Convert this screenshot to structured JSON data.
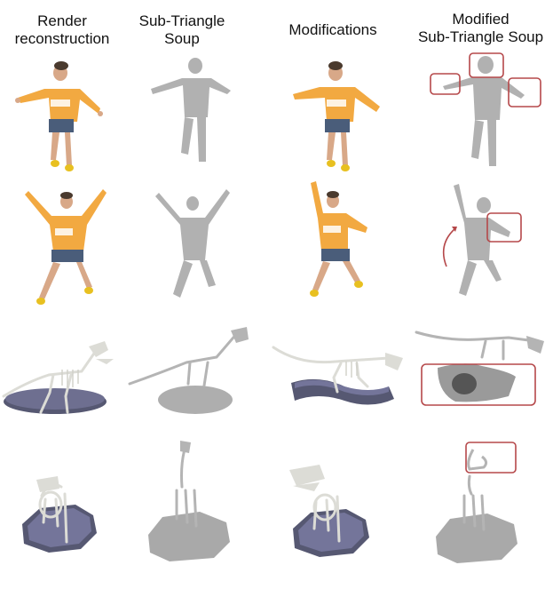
{
  "figure": {
    "columns": [
      {
        "line1": "Render",
        "line2": "reconstruction"
      },
      {
        "line1": "Sub-Triangle",
        "line2": "Soup"
      },
      {
        "line1": "Modifications",
        "line2": ""
      },
      {
        "line1": "Modified",
        "line2": "Sub-Triangle Soup"
      }
    ],
    "rows": [
      {
        "subject": "human-t-pose",
        "annotations": [
          "head-box",
          "left-hand-box",
          "right-hand-box"
        ]
      },
      {
        "subject": "human-jumping",
        "annotations": [
          "arm-box",
          "rotation-arrow"
        ]
      },
      {
        "subject": "t-rex-skeleton-side",
        "annotations": [
          "base-box"
        ]
      },
      {
        "subject": "t-rex-skeleton-front",
        "annotations": [
          "head-box"
        ]
      }
    ],
    "colors": {
      "annotation": "#b5484a",
      "sweater": "#f2a941",
      "shorts": "#4a5d7a",
      "shoes": "#e8c020",
      "soup": "#a9a9a9",
      "base": "#565872",
      "bone": "#dcdcd6"
    }
  }
}
